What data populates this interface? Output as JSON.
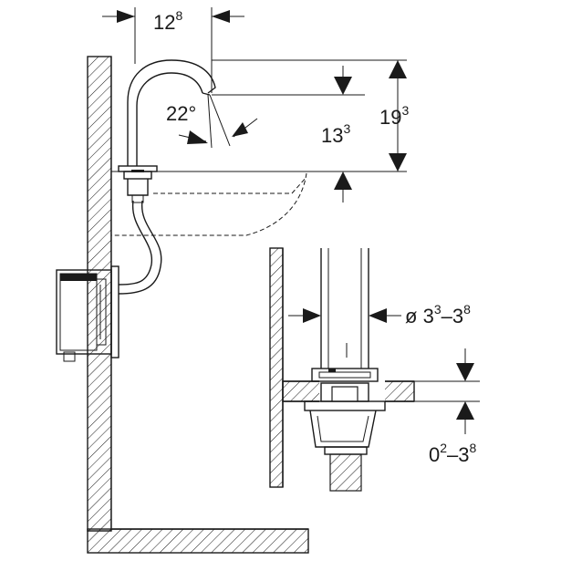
{
  "labels": {
    "spout_reach": {
      "base": "12",
      "sup": "8"
    },
    "spout_angle": "22°",
    "outlet_height": {
      "base": "13",
      "sup": "3"
    },
    "total_height": {
      "base": "19",
      "sup": "3"
    },
    "hole_diameter": {
      "prefix": "ø ",
      "a_base": "3",
      "a_sup": "3",
      "sep": "–",
      "b_base": "3",
      "b_sup": "8"
    },
    "deck_thickness": {
      "a_base": "0",
      "a_sup": "2",
      "sep": "–",
      "b_base": "3",
      "b_sup": "8"
    }
  }
}
